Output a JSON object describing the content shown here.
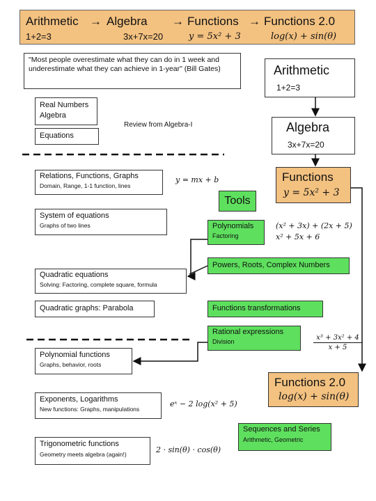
{
  "header": {
    "title_arith": "Arithmetic",
    "title_alg": "Algebra",
    "title_func": "Functions",
    "title_f20": "Functions 2.0",
    "sub_arith": "1+2=3",
    "sub_alg": "3x+7x=20",
    "sub_func": "y = 5x² + 3",
    "sub_f20": "log(x) + sin(θ)",
    "arrow": "→"
  },
  "quote": "\"Most people overestimate what they can do in 1 week and underestimate what they can achieve in 1-year\" (Bill Gates)",
  "topics": {
    "real_numbers": "Real Numbers",
    "algebra": "Algebra",
    "review_note": "Review from Algebra-I",
    "equations": "Equations",
    "relations_title": "Relations, Functions, Graphs",
    "relations_sub": "Domain, Range, 1-1 function, lines",
    "system_title": "System of equations",
    "system_sub": "Graphs of two lines",
    "quadratic_title": "Quadratic equations",
    "quadratic_sub": "Solving: Factoring, complete square, formula",
    "quadgraph_title": "Quadratic graphs: Parabola",
    "polyfunc_title": "Polynomial functions",
    "polyfunc_sub": "Graphs, behavior, roots",
    "exp_title": "Exponents, Logarithms",
    "exp_sub": "New functions: Graphs, manipulations",
    "trig_title": "Trigonometric functions",
    "trig_sub": "Geometry meets algebra (again!)"
  },
  "tools": {
    "label": "Tools",
    "polynomials": "Polynomials",
    "polynomials_sub": "Factoring",
    "powers": "Powers, Roots, Complex Numbers",
    "transformations": "Functions transformations",
    "rational": "Rational expressions",
    "rational_sub": "Division",
    "sequences": "Sequences and Series",
    "sequences_sub": "Arithmetic, Geometric"
  },
  "formulas": {
    "line": "y = mx + b",
    "poly_line1": "(x² + 3x) + (2x + 5)",
    "poly_line2": "x² + 5x + 6",
    "rational_num": "x³ + 3x² + 4",
    "rational_den": "x + 5",
    "exp": "eˣ − 2 log(x² + 5)",
    "trig": "2 · sin(θ) · cos(θ)"
  },
  "flow": {
    "arith_title": "Arithmetic",
    "arith_sub": "1+2=3",
    "alg_title": "Algebra",
    "alg_sub": "3x+7x=20",
    "func_title": "Functions",
    "func_sub": "y = 5x² + 3",
    "f20_title": "Functions 2.0",
    "f20_sub": "log(x) + sin(θ)"
  },
  "colors": {
    "header_bg": "#f3c180",
    "tool_green": "#5ee05e"
  }
}
